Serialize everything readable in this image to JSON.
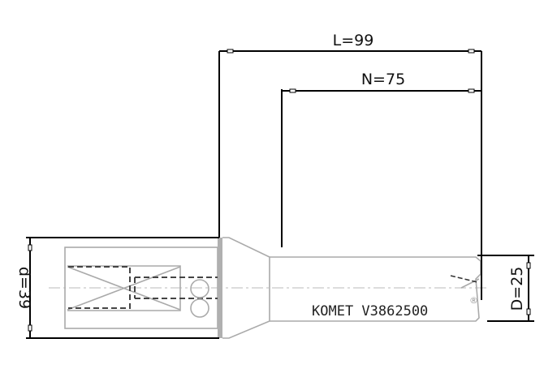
{
  "drawing": {
    "dimensions": {
      "overall_length": "L=99",
      "usable_length": "N=75",
      "shank_diameter": "d=39",
      "drill_diameter": "D=25"
    },
    "marking": "KOMET V3862500",
    "registered_mark": "®",
    "colors": {
      "dimension_lines": "#000000",
      "outline": "#aaaaaa",
      "hidden_lines": "#444444"
    }
  }
}
